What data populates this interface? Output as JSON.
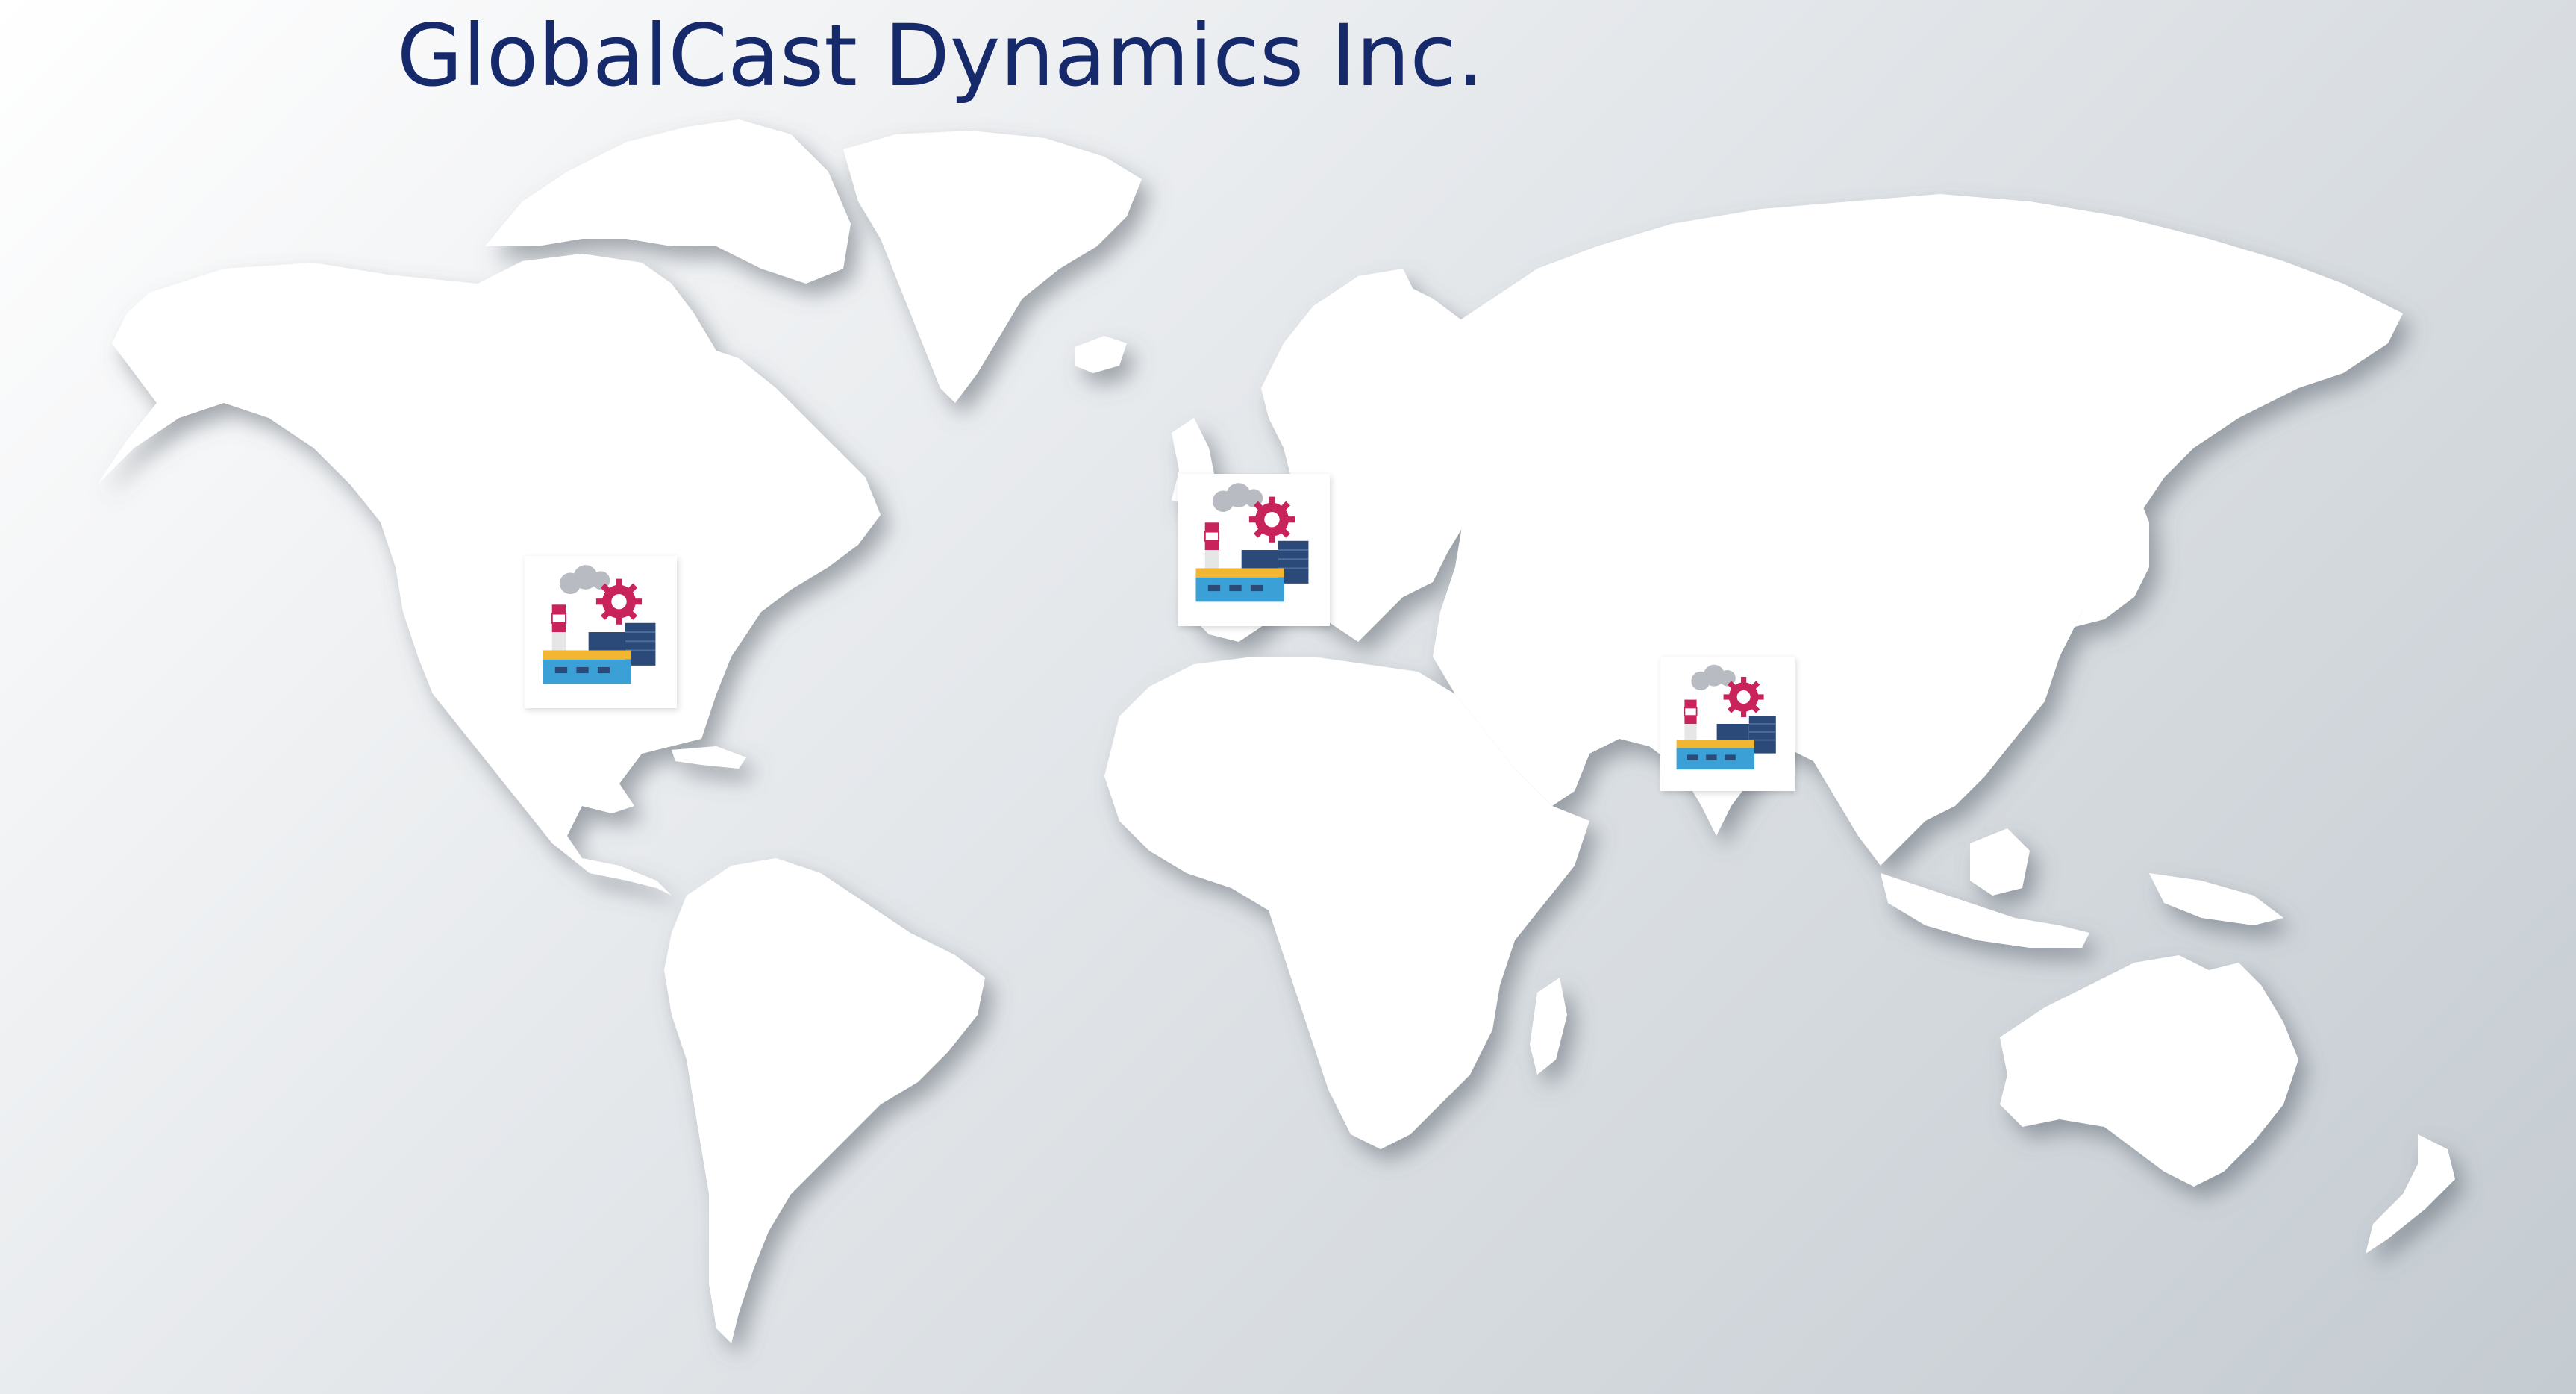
{
  "title": "GlobalCast Dynamics Inc.",
  "colors": {
    "title": "#15296b",
    "land": "#ffffff",
    "background_light": "#ffffff",
    "background_dark": "#c4cbd1",
    "gear": "#c8235a",
    "chimney_red": "#c8235a",
    "tank_blue": "#2b4a7a",
    "building_blue": "#3aa0d6",
    "roof_yellow": "#f2b632",
    "smoke": "#b8bcc2"
  },
  "markers": [
    {
      "name": "factory-icon",
      "region": "North America"
    },
    {
      "name": "factory-icon",
      "region": "Europe"
    },
    {
      "name": "factory-icon",
      "region": "South Asia"
    }
  ]
}
